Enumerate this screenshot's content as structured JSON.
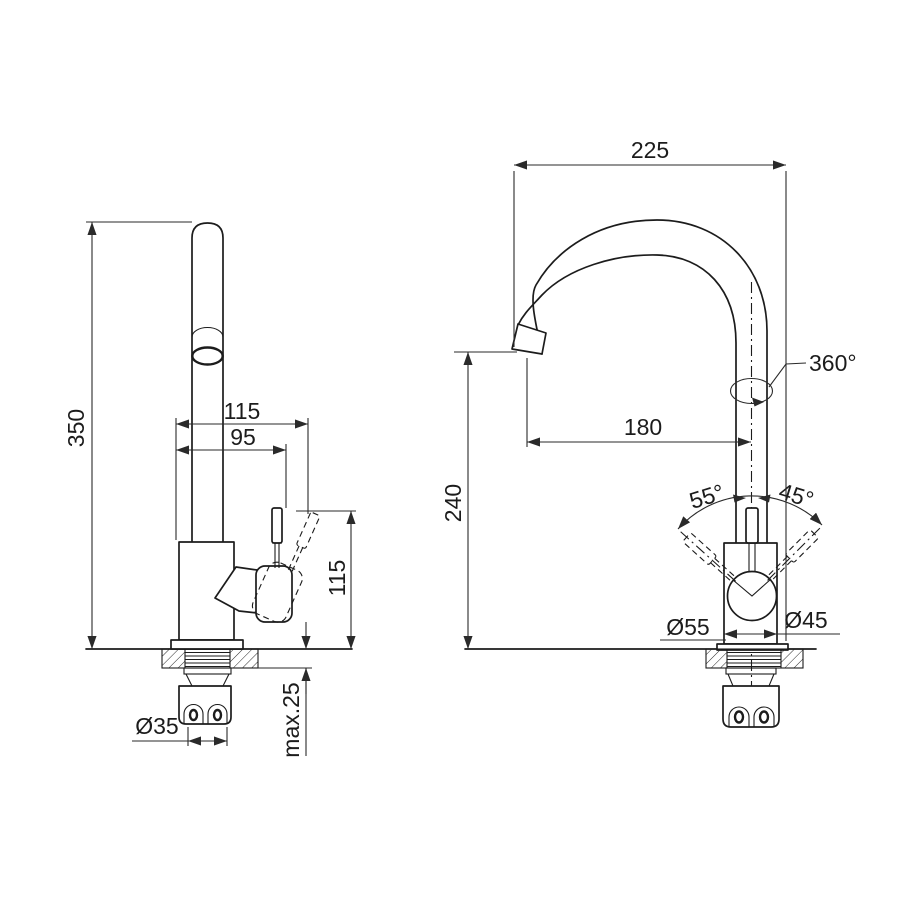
{
  "drawing": {
    "title_hint": "kitchen-faucet-dimension-drawing",
    "colors": {
      "line": "#1c1c1c",
      "background": "#ffffff"
    },
    "side_view": {
      "height_total": "350",
      "handle_reach_open": "115",
      "handle_reach": "95",
      "handle_height": "115",
      "shank_diameter": "Ø35",
      "max_mount_thickness": "max.25"
    },
    "front_view": {
      "overall_width": "225",
      "spout_reach": "180",
      "spout_height": "240",
      "swivel_angle": "360°",
      "handle_angle_left": "55°",
      "handle_angle_right": "45°",
      "base_diameter": "Ø55",
      "body_diameter": "Ø45"
    }
  }
}
